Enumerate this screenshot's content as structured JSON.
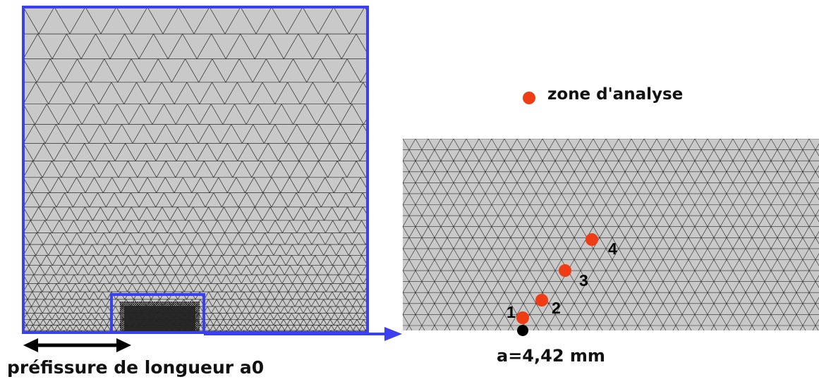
{
  "colors": {
    "frame": "#3a3ff0",
    "analysis_point": "#f03c14",
    "crack_tip": "#000000",
    "mesh_fill": "#c9c9c9"
  },
  "legend": {
    "label": "zone d'analyse"
  },
  "precrack": {
    "label": "préfissure de longueur a0"
  },
  "crack_length": {
    "label": "a=4,42 mm"
  },
  "analysis_points": [
    {
      "id": "1"
    },
    {
      "id": "2"
    },
    {
      "id": "3"
    },
    {
      "id": "4"
    }
  ]
}
